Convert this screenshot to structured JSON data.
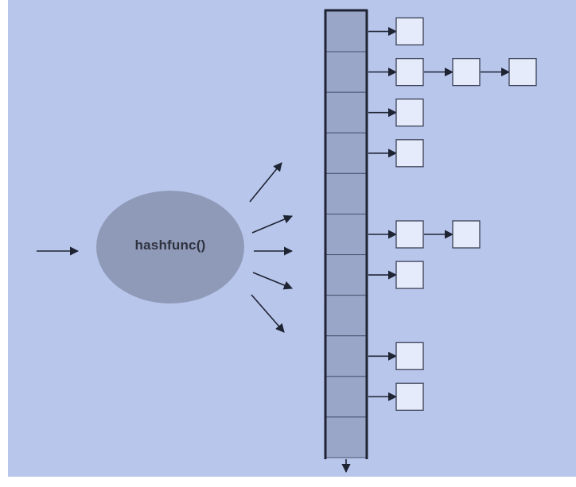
{
  "diagram": {
    "hash_function_label": "hashfunc()",
    "bucket_count": 11,
    "chains": [
      {
        "bucket": 0,
        "nodes": 1
      },
      {
        "bucket": 1,
        "nodes": 3
      },
      {
        "bucket": 2,
        "nodes": 1
      },
      {
        "bucket": 3,
        "nodes": 1
      },
      {
        "bucket": 5,
        "nodes": 2
      },
      {
        "bucket": 6,
        "nodes": 1
      },
      {
        "bucket": 8,
        "nodes": 1
      },
      {
        "bucket": 9,
        "nodes": 1
      }
    ],
    "output_arrow_count": 5,
    "colors": {
      "background": "#b9c6ec",
      "ellipse": "#8f9ab8",
      "bucket_fill": "#9aa6c8",
      "node_fill": "#e5ebfa",
      "stroke": "#1f2433"
    }
  }
}
